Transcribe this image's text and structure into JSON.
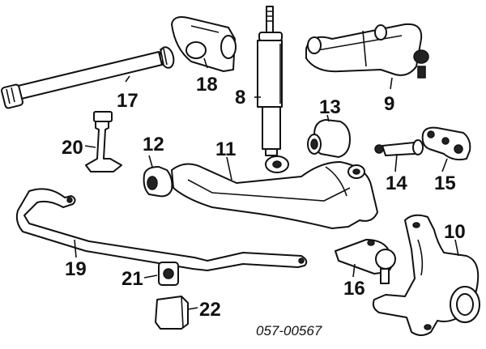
{
  "callouts": [
    "8",
    "9",
    "10",
    "11",
    "12",
    "13",
    "14",
    "15",
    "16",
    "17",
    "18",
    "19",
    "20",
    "21",
    "22"
  ],
  "diagram_code": "057-00567"
}
